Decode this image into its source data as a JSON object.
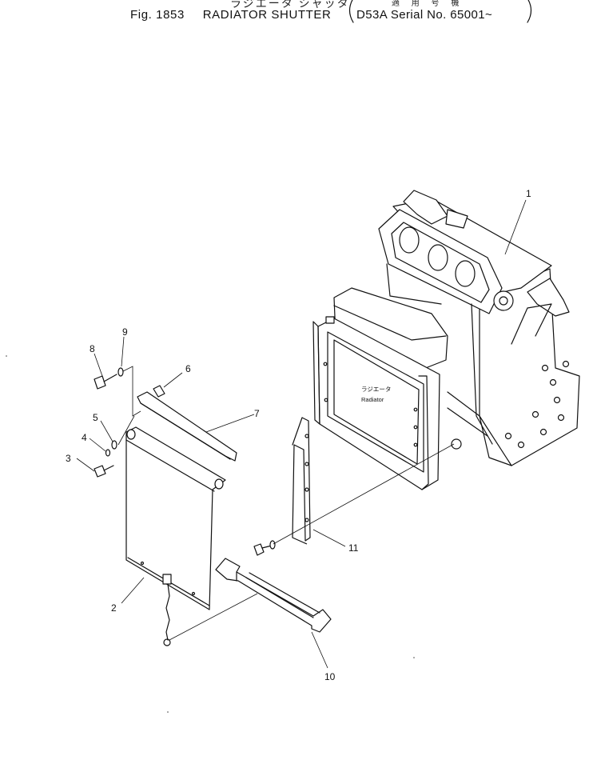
{
  "header": {
    "title_jp": "ラジエータ シャッタ",
    "fig_label": "Fig. 1853",
    "part_name": "RADIATOR SHUTTER",
    "serial_jp": "適 用 号 機",
    "serial_text": "D53A Serial No. 65001~"
  },
  "diagram": {
    "radiator_label_jp": "ラジエータ",
    "radiator_label_en": "Radiator",
    "callouts": [
      "1",
      "2",
      "3",
      "4",
      "5",
      "6",
      "7",
      "8",
      "9",
      "10",
      "11"
    ]
  }
}
